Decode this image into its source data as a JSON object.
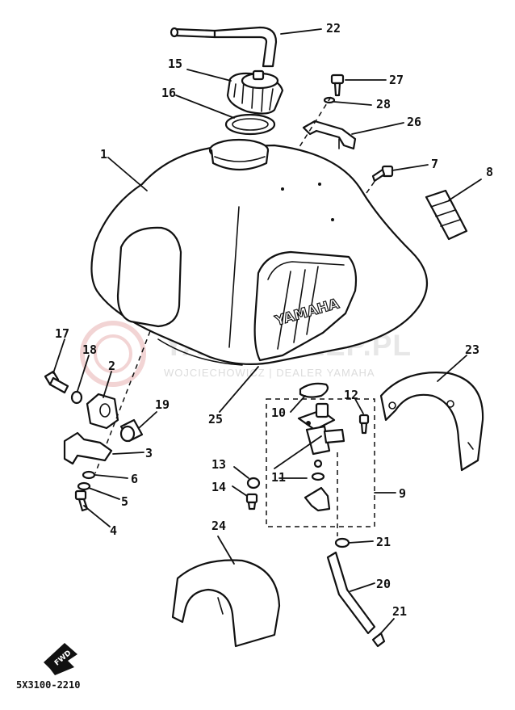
{
  "watermark": {
    "title": "YAMA-SKLEP.PL",
    "subtitle": "WOJCIECHOWICZ | DEALER YAMAHA"
  },
  "tank_brand": "YAMAHA",
  "fwd_label": "FWD",
  "diagram_code": "5X3100-2210",
  "callouts": [
    "1",
    "2",
    "3",
    "4",
    "5",
    "6",
    "7",
    "8",
    "9",
    "10",
    "11",
    "12",
    "13",
    "14",
    "15",
    "16",
    "17",
    "18",
    "19",
    "20",
    "21",
    "21",
    "22",
    "23",
    "24",
    "25",
    "26",
    "27",
    "28"
  ],
  "colors": {
    "line": "#111111",
    "watermark": "#e7e7e7",
    "watermark_logo": "#f2d4d4"
  }
}
